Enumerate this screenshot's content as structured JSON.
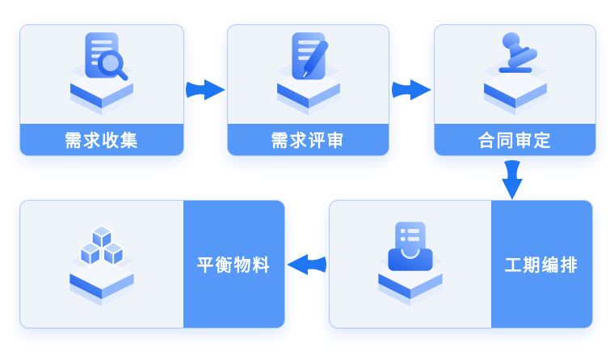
{
  "diagram": {
    "nodes": [
      {
        "id": "requirements-collection",
        "label": "需求收集",
        "icon": "document-search-icon"
      },
      {
        "id": "requirements-review",
        "label": "需求评审",
        "icon": "document-edit-icon"
      },
      {
        "id": "contract-approval",
        "label": "合同审定",
        "icon": "stamp-icon"
      },
      {
        "id": "material-balancing",
        "label": "平衡物料",
        "icon": "cubes-icon"
      },
      {
        "id": "schedule-arrangement",
        "label": "工期编排",
        "icon": "inbox-tray-icon"
      }
    ],
    "connections": [
      {
        "from": "requirements-collection",
        "to": "requirements-review",
        "direction": "right"
      },
      {
        "from": "requirements-review",
        "to": "contract-approval",
        "direction": "right"
      },
      {
        "from": "contract-approval",
        "to": "schedule-arrangement",
        "direction": "down"
      },
      {
        "from": "schedule-arrangement",
        "to": "material-balancing",
        "direction": "left"
      }
    ],
    "colors": {
      "node_accent": "#5598F8",
      "node_body": "#EFF3FA",
      "arrow": "#1E76F3",
      "label_text": "#FFFFFF",
      "background": "#FFFFFF"
    }
  }
}
